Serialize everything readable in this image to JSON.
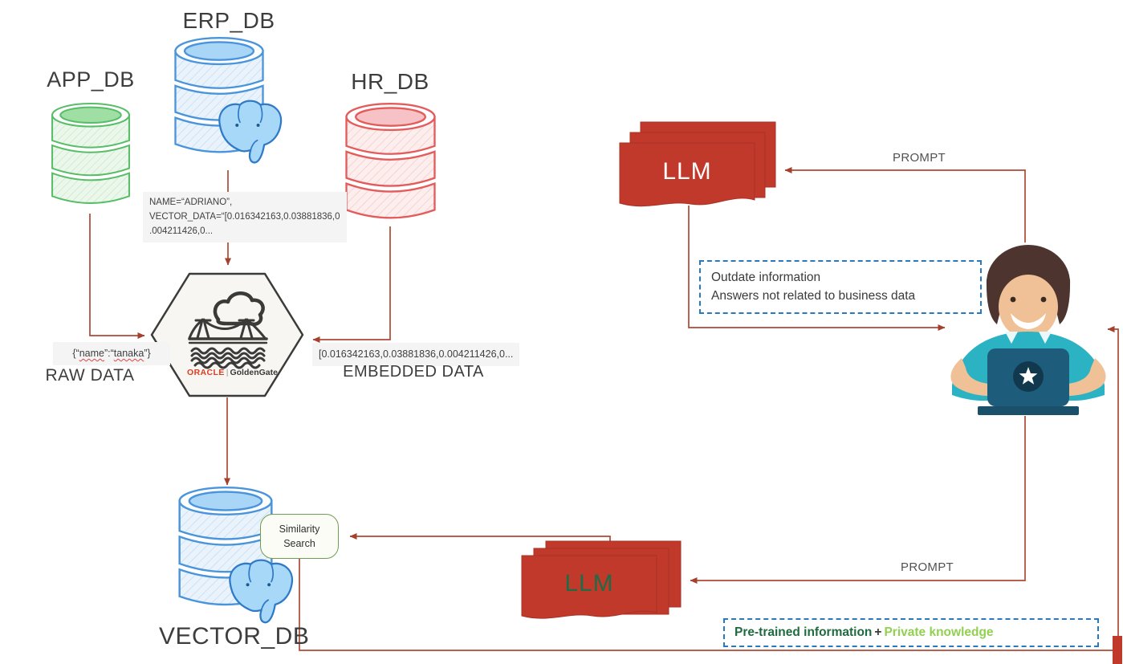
{
  "colors": {
    "connector": "#ad4a35",
    "llm_fill": "#c0392b",
    "dashed_border": "#2879bd",
    "green_dark": "#1e6b3f",
    "green_light": "#92d050",
    "postgres_blue": "#4a94dc",
    "app_green": "#58bd68",
    "hr_red": "#e45b5b",
    "shirt_teal": "#2bb3c4"
  },
  "sources": {
    "app_db_label": "APP_DB",
    "erp_db_label": "ERP_DB",
    "hr_db_label": "HR_DB"
  },
  "record_box": {
    "line1": "NAME=“ADRIANO”,",
    "line2": "VECTOR_DATA=“[0.016342163,0.03881836,0",
    "line3": ".004211426,0..."
  },
  "raw_data": {
    "open": "{“",
    "field": "name",
    "mid": "”:“",
    "value": "tanaka",
    "close": "”}",
    "caption": "RAW DATA"
  },
  "embedded": {
    "vector": "[0.016342163,0.03881836,0.004211426,0...",
    "caption": "EMBEDDED DATA"
  },
  "goldengate": {
    "brand": "ORACLE",
    "divider": "|",
    "product": "GoldenGate"
  },
  "vector_db": {
    "label": "VECTOR_DB",
    "similarity_line1": "Similarity",
    "similarity_line2": "Search"
  },
  "llm_top": {
    "label": "LLM",
    "prompt": "PROMPT",
    "issue_line1": "Outdate information",
    "issue_line2": "Answers not related to business data"
  },
  "llm_bottom": {
    "label": "LLM",
    "prompt": "PROMPT",
    "pretrained": "Pre-trained information",
    "plus": "+",
    "private": "Private knowledge"
  }
}
